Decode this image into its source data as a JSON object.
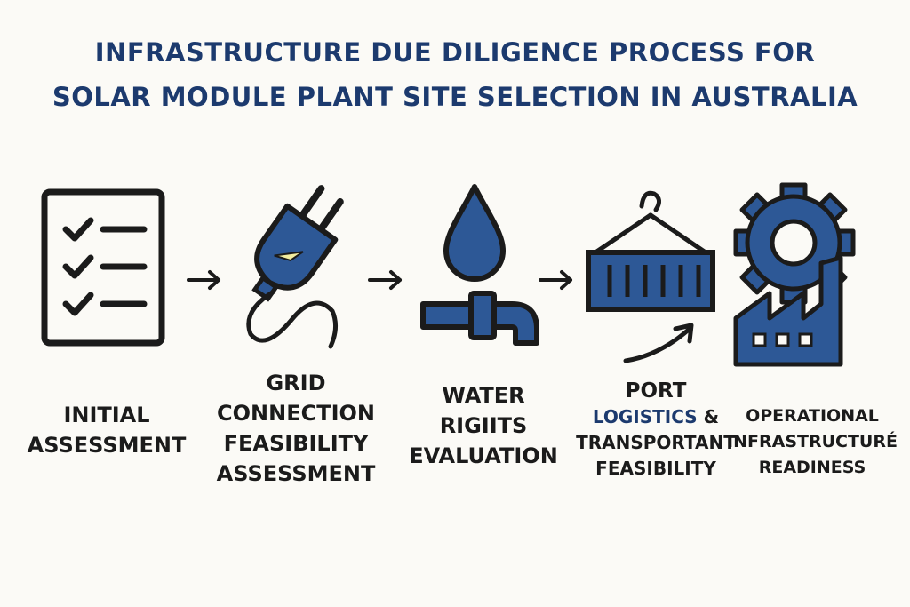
{
  "colors": {
    "primary_blue": "#2d5896",
    "title_blue": "#1c3a6e",
    "stroke": "#1b1b1b",
    "background": "#fbfaf6"
  },
  "title": {
    "line1": "INFRASTRUCTURE DUE DILIGENCE PROCESS FOR",
    "line2": "SOLAR MODULE PLANT SITE SELECTION IN AUSTRALIA"
  },
  "steps": [
    {
      "icon": "checklist-icon",
      "lines": [
        "INITIAL",
        "ASSESSMENT"
      ]
    },
    {
      "icon": "power-plug-icon",
      "lines": [
        "GRID",
        "CONNECTION",
        "FEASIBILITY",
        "ASSESSMENT"
      ]
    },
    {
      "icon": "water-drop-pipe-icon",
      "lines": [
        "WATER",
        "RIGIITS",
        "EVALUATION"
      ]
    },
    {
      "icon": "shipping-container-icon",
      "lines": [
        "PORT",
        "LOGISTICS",
        "&",
        "TRANSPORTANT",
        "FEASIBILITY"
      ]
    },
    {
      "icon": "factory-gear-icon",
      "lines": [
        "OPERATIONAL",
        "INFRASTRUCTURÉ",
        "READINESS"
      ]
    }
  ],
  "connectors": [
    "arrow-right",
    "arrow-right",
    "arrow-right"
  ]
}
